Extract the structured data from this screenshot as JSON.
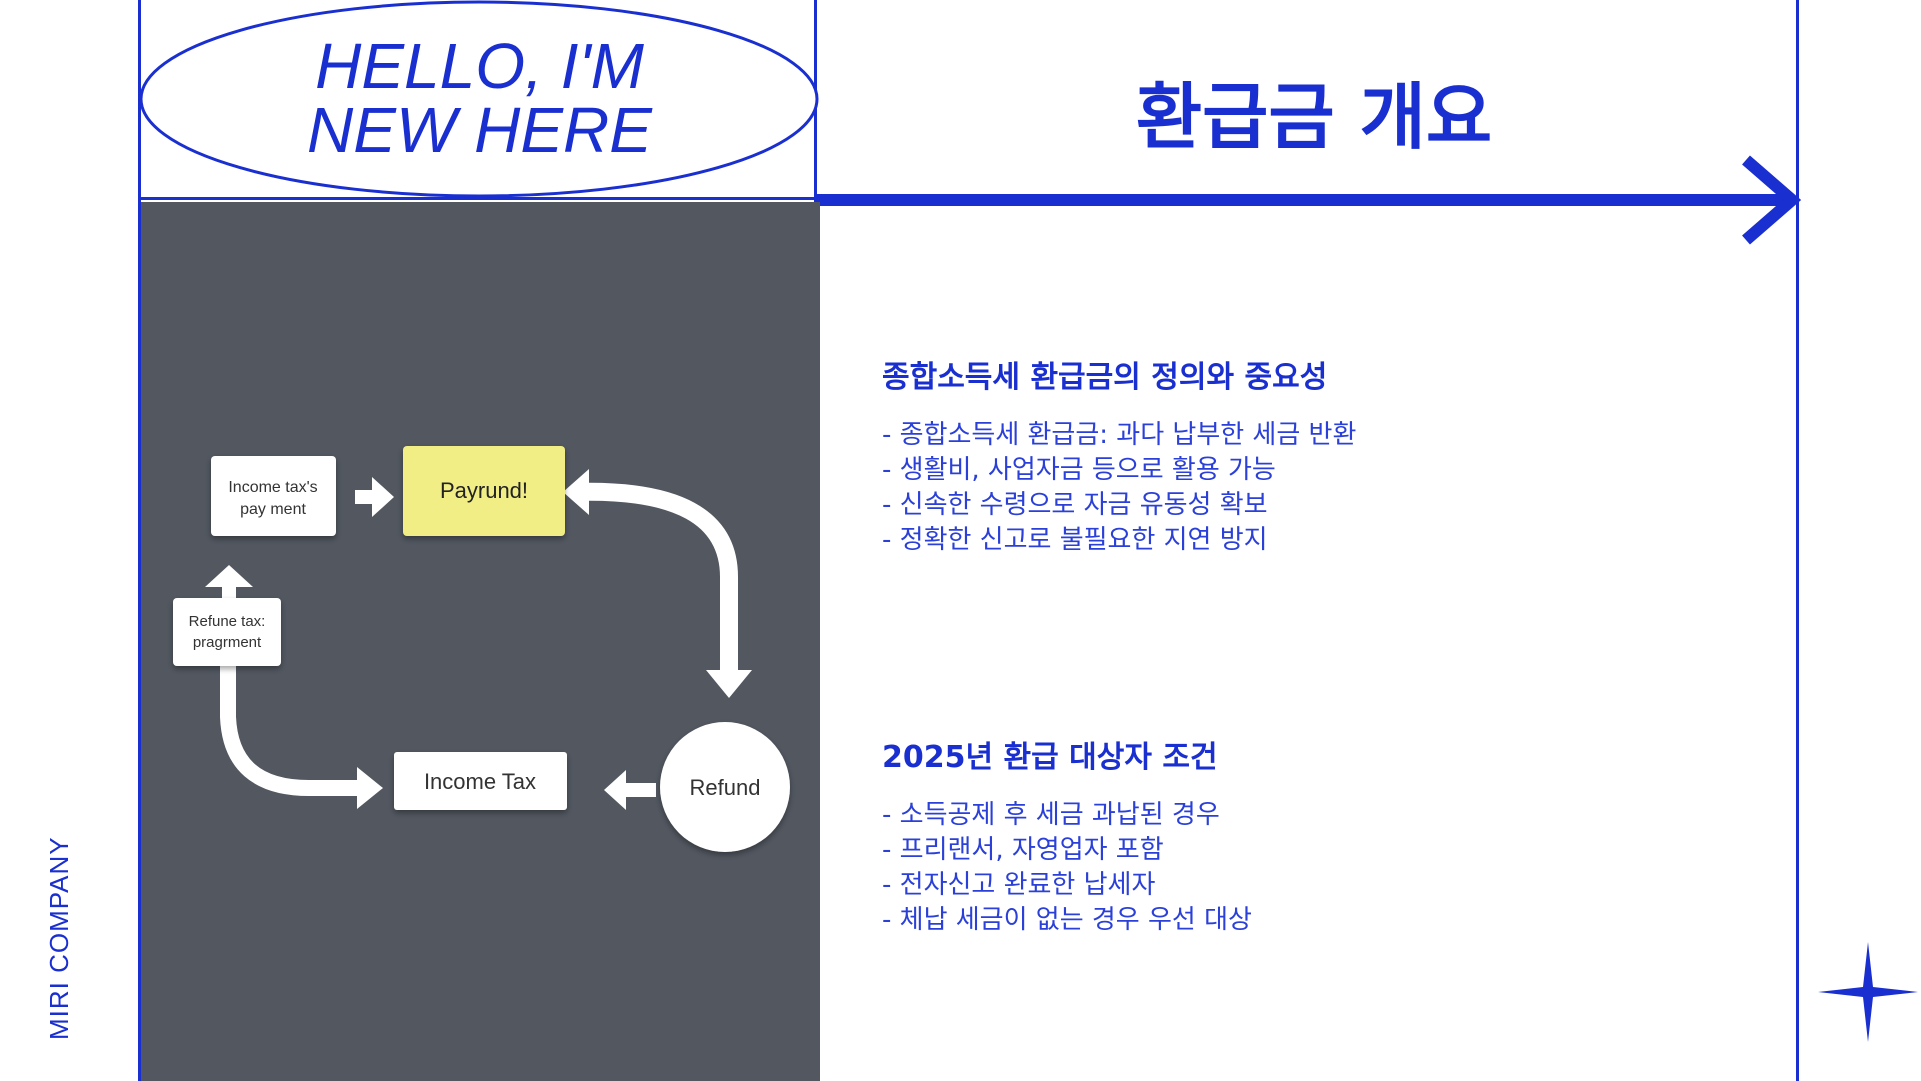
{
  "brand": {
    "label": "MIRI COMPANY"
  },
  "hello": {
    "line1": "HELLO, I'M",
    "line2": "NEW HERE"
  },
  "title": "환급금 개요",
  "diagram": {
    "payment_line1": "Income tax's",
    "payment_line2": "pay ment",
    "payrund": "Payrund!",
    "refune_line1": "Refune tax:",
    "refune_line2": "pragrment",
    "income_tax": "Income Tax",
    "refund": "Refund",
    "highlight_color": "#f2ee86"
  },
  "sections": [
    {
      "heading": "종합소득세 환급금의 정의와 중요성",
      "items": [
        "- 종합소득세 환급금: 과다 납부한 세금 반환",
        "- 생활비, 사업자금 등으로 활용 가능",
        "- 신속한 수령으로 자금 유동성 확보",
        "- 정확한 신고로 불필요한 지연 방지"
      ]
    },
    {
      "heading": "2025년 환급 대상자 조건",
      "items": [
        "- 소득공제 후 세금 과납된 경우",
        "- 프리랜서, 자영업자 포함",
        "- 전자신고 완료한 납세자",
        "- 체납 세금이 없는 경우 우선 대상"
      ]
    }
  ],
  "colors": {
    "accent": "#1a2fd0",
    "panel": "#525760",
    "background": "#ffffff"
  },
  "icons": {
    "sparkle": "four-point-star-icon",
    "arrow": "arrow-right-icon"
  }
}
